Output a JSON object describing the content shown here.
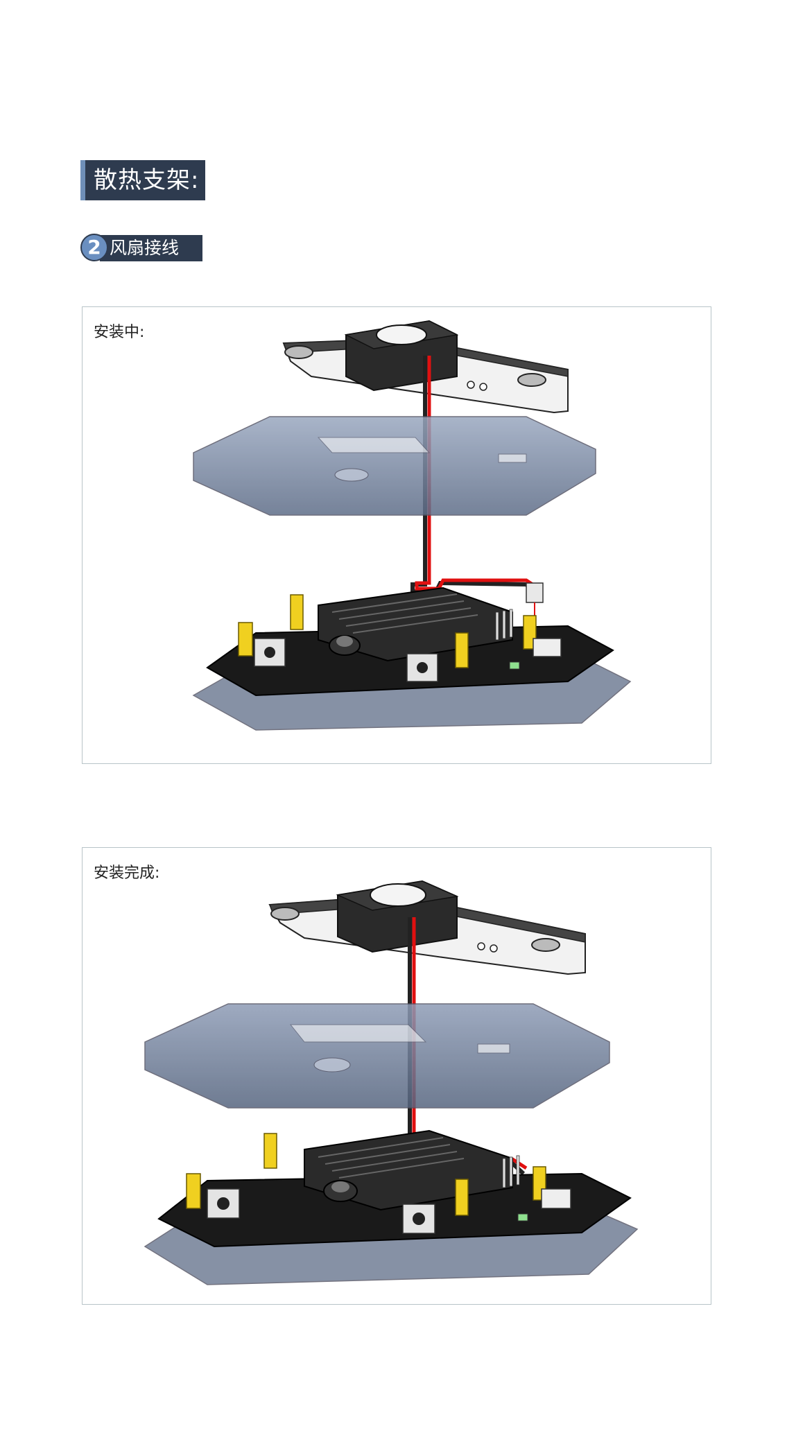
{
  "section": {
    "title": "散热支架:"
  },
  "step": {
    "number": "2",
    "label": "风扇接线"
  },
  "panels": [
    {
      "caption": "安装中:"
    },
    {
      "caption": "安装完成:"
    }
  ],
  "colors": {
    "header_bg": "#2e3b4f",
    "header_accent": "#6f8fb8",
    "step_circle": "#6a8fc0",
    "panel_border": "#b8c4c8",
    "acrylic": "#7a8aa6",
    "wire_red": "#e01010",
    "standoff_yellow": "#f0d020"
  }
}
